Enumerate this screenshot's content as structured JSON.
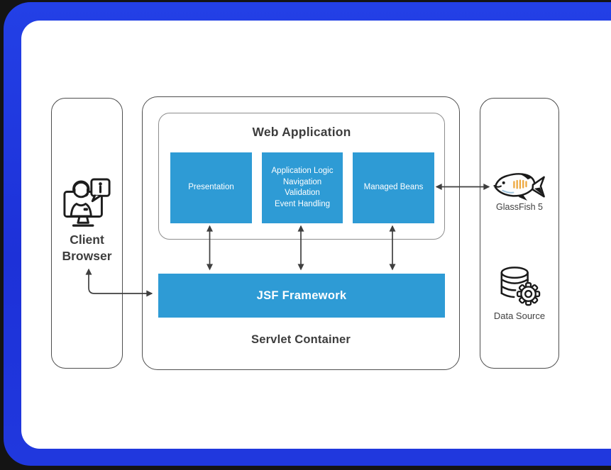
{
  "palette": {
    "frame_blue": "#1f35e0",
    "canvas": "#ffffff",
    "box_blue": "#2e9bd5",
    "text_dark": "#3d3d3d",
    "arrow": "#3f3f3f"
  },
  "client": {
    "icon": "client-browser-icon",
    "title_line1": "Client",
    "title_line2": "Browser"
  },
  "servlet_container": {
    "label": "Servlet Container",
    "web_application": {
      "title": "Web Application",
      "modules": [
        {
          "lines": [
            "Presentation"
          ]
        },
        {
          "lines": [
            "Application Logic",
            "Navigation",
            "Validation",
            "Event Handling"
          ]
        },
        {
          "lines": [
            "Managed Beans"
          ]
        }
      ]
    },
    "jsf_framework": {
      "label": "JSF Framework"
    }
  },
  "server": {
    "glassfish": {
      "icon": "glassfish-fish-icon",
      "label": "GlassFish 5"
    },
    "data_source": {
      "icon": "database-gear-icon",
      "label": "Data Source"
    }
  },
  "bubble_info_glyph": "i"
}
